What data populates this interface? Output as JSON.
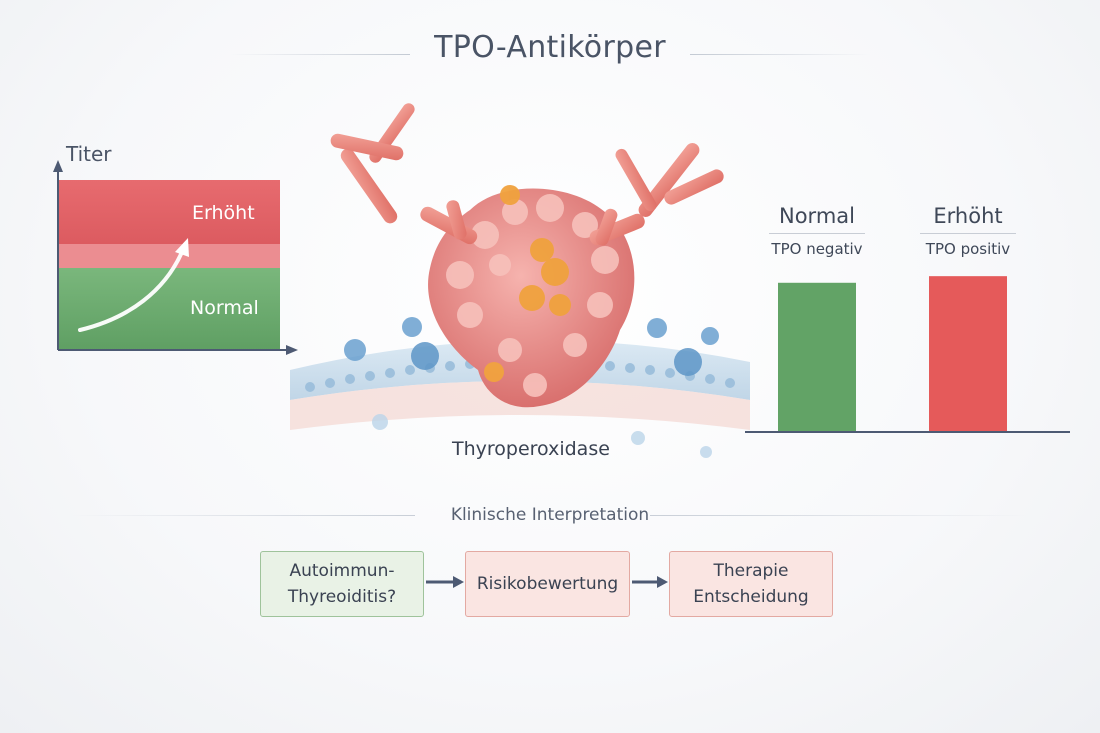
{
  "title": "TPO-Antikörper",
  "titer_chart": {
    "axis_label": "Titer",
    "zone_high": "Erhöht",
    "zone_normal": "Normal"
  },
  "protein_label": "Thyroperoxidase",
  "chart_data": {
    "type": "bar",
    "categories": [
      "Normal",
      "Erhöht"
    ],
    "sublabels": [
      "TPO negativ",
      "TPO positiv"
    ],
    "values": [
      158,
      165
    ],
    "colors": [
      "#62a366",
      "#e55a5a"
    ],
    "title": "",
    "xlabel": "",
    "ylabel": "",
    "ylim": [
      0,
      180
    ],
    "grid": false
  },
  "section_title": "Klinische Interpretation",
  "flow": [
    {
      "line1": "Autoimmun-",
      "line2": "Thyreoiditis?"
    },
    {
      "line1": "Risikobewertung",
      "line2": ""
    },
    {
      "line1": "Therapie",
      "line2": "Entscheidung"
    }
  ],
  "colors": {
    "high": "#dc5b60",
    "normal": "#5f9f63",
    "protein": "#e8908f",
    "antibody": "#e9837a",
    "membrane": "#a9c7de"
  },
  "icons": {
    "axis_arrow": "arrow-right-icon",
    "trend_arrow": "curved-arrow-up-icon",
    "flow_arrow": "arrow-right-icon",
    "antibody": "y-antibody-icon"
  }
}
